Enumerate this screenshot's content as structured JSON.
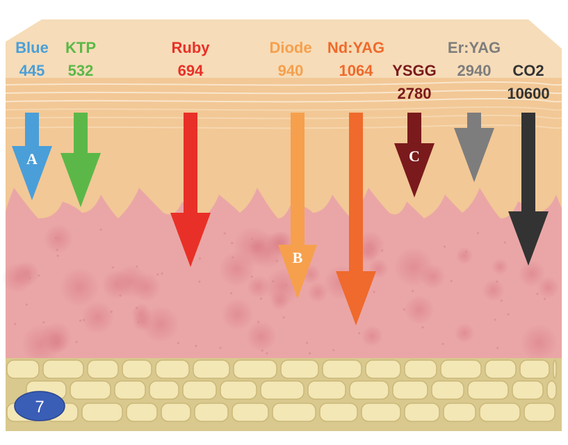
{
  "colors": {
    "background": "#ffffff",
    "skin_surface": "#f6dcb8",
    "epidermis": "#f2c896",
    "dermis": "#eaa6a6",
    "fat_background": "#d9c98e",
    "fat_cell": "#f3e7b6",
    "badge": "#3a5db6"
  },
  "lasers": [
    {
      "id": "blue",
      "name": "Blue",
      "wavelength": "445",
      "color": "#4a9fd9",
      "marker": "A"
    },
    {
      "id": "ktp",
      "name": "KTP",
      "wavelength": "532",
      "color": "#5bb848",
      "marker": ""
    },
    {
      "id": "ruby",
      "name": "Ruby",
      "wavelength": "694",
      "color": "#e83028",
      "marker": ""
    },
    {
      "id": "diode",
      "name": "Diode",
      "wavelength": "940",
      "color": "#f6a04d",
      "marker": "B"
    },
    {
      "id": "ndyag",
      "name": "Nd:YAG",
      "wavelength": "1064",
      "color": "#ef6a2c",
      "marker": ""
    },
    {
      "id": "ysgg",
      "name": "YSGG",
      "wavelength": "2780",
      "color": "#7a1a1c",
      "marker": "C"
    },
    {
      "id": "eryag",
      "name": "Er:YAG",
      "wavelength": "2940",
      "color": "#7d7d7d",
      "marker": ""
    },
    {
      "id": "co2",
      "name": "CO2",
      "wavelength": "10600",
      "color": "#333333",
      "marker": ""
    }
  ],
  "badge": {
    "number": "7"
  }
}
